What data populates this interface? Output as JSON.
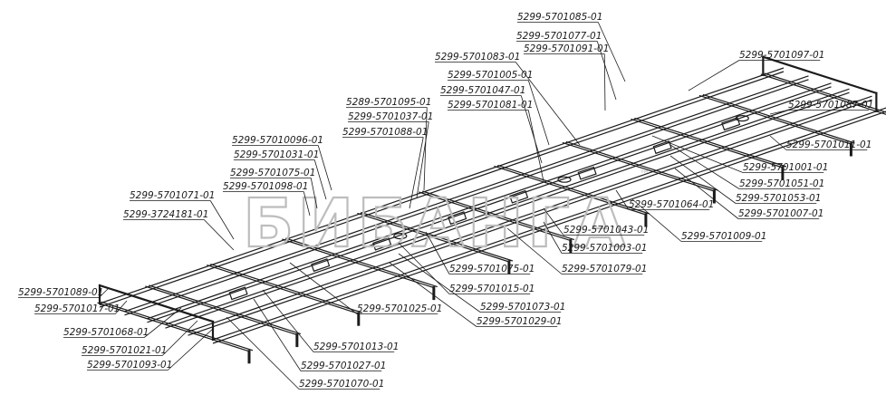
{
  "diagram": {
    "parts": [
      "5299-5701085-01",
      "5299-5701077-01",
      "5299-5701091-01",
      "5299-5701097-01",
      "5299-5701083-01",
      "5299-5701005-01",
      "5299-5701047-01",
      "5299-5701081-01",
      "5299-5701087-01",
      "5299-5701011-01",
      "5289-5701095-01",
      "5299-5701037-01",
      "5299-5701088-01",
      "5299-5701001-01",
      "5299-57010096-01",
      "5299-5701031-01",
      "5299-5701075-01",
      "5299-5701098-01",
      "5299-5701051-01",
      "5299-5701053-01",
      "5299-5701064-01",
      "5299-5701007-01",
      "5299-5701071-01",
      "5299-3724181-01",
      "5299-5701043-01",
      "5299-5701003-01",
      "5299-5701009-01",
      "5299-5701075-01",
      "5299-5701079-01",
      "5299-5701015-01",
      "5299-5701089-01",
      "5299-5701017-01",
      "5299-5701025-01",
      "5299-5701073-01",
      "5299-5701029-01",
      "5299-5701068-01",
      "5299-5701021-01",
      "5299-5701093-01",
      "5299-5701013-01",
      "5299-5701027-01",
      "5299-5701070-01"
    ]
  },
  "watermark": {
    "text": "БИБАНГА",
    "mark": "™"
  }
}
